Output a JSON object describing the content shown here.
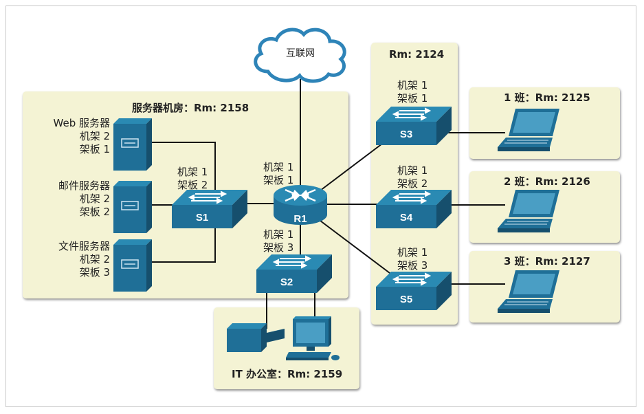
{
  "cloud": {
    "label": "互联网"
  },
  "rooms": {
    "server_room": {
      "title": "服务器机房：Rm: 2158"
    },
    "rm2124": {
      "title": "Rm: 2124"
    },
    "class1": {
      "title": "1 班：Rm: 2125"
    },
    "class2": {
      "title": "2 班：Rm: 2126"
    },
    "class3": {
      "title": "3 班：Rm: 2127"
    },
    "it_office": {
      "title": "IT 办公室：Rm: 2159"
    }
  },
  "servers": [
    {
      "name": "Web 服务器",
      "rack": "机架 2",
      "panel": "架板 1"
    },
    {
      "name": "邮件服务器",
      "rack": "机架 2",
      "panel": "架板 2"
    },
    {
      "name": "文件服务器",
      "rack": "机架 2",
      "panel": "架板 3"
    }
  ],
  "devices": {
    "r1": {
      "name": "R1",
      "rack": "机架 1",
      "panel": "架板 1"
    },
    "s1": {
      "name": "S1",
      "rack": "机架 1",
      "panel": "架板 2"
    },
    "s2": {
      "name": "S2",
      "rack": "机架 1",
      "panel": "架板 3"
    },
    "s3": {
      "name": "S3",
      "rack": "机架 1",
      "panel": "架板 1"
    },
    "s4": {
      "name": "S4",
      "rack": "机架 1",
      "panel": "架板 2"
    },
    "s5": {
      "name": "S5",
      "rack": "机架 1",
      "panel": "架板 3"
    }
  },
  "colors": {
    "device_top": "#2a8ab3",
    "device_front": "#1f6f97",
    "device_side": "#164f6d",
    "panel_bg": "#f4f3d4",
    "cloud_stroke": "#2e84b8",
    "wire": "#111111"
  }
}
